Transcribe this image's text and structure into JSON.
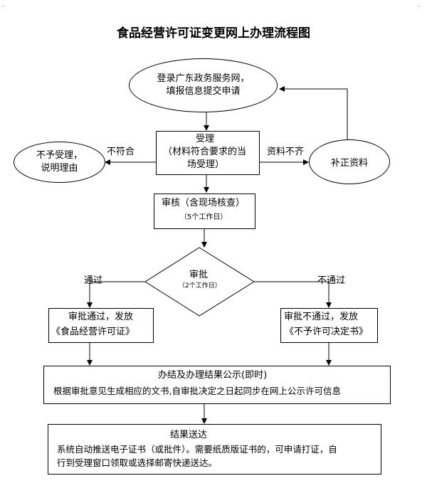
{
  "title": "食品经营许可证变更网上办理流程图",
  "nodes": {
    "start": [
      "登录广东政务服务网，",
      "填报信息提交申请"
    ],
    "accept": [
      "受理",
      "（材料符合要求的当",
      "场受理）"
    ],
    "reject": [
      "不予受理，",
      "说明理由"
    ],
    "supplement": "补正资料",
    "review": [
      "审核（含现场核查）",
      "（5个工作日）"
    ],
    "approve": [
      "审批",
      "（2个工作日）"
    ],
    "issue": [
      "审批通过，发放",
      "《食品经营许可证》"
    ],
    "deny": [
      "审批不通过，发放",
      "《不予许可决定书》"
    ],
    "publish": [
      "办结及办理结果公示(即时)",
      "根据审批意见生成相应的文书,自审批决定之日起同步在网上公示许可信息"
    ],
    "deliver": [
      "结果送达",
      "系统自动推送电子证书（或批件）。需要纸质版证书的，可申请打证，自",
      "行到受理窗口领取或选择邮寄快递送达。"
    ]
  },
  "edge_labels": {
    "not_conform": "不符合",
    "incomplete": "资料不齐",
    "pass": "通过",
    "fail": "不通过"
  }
}
